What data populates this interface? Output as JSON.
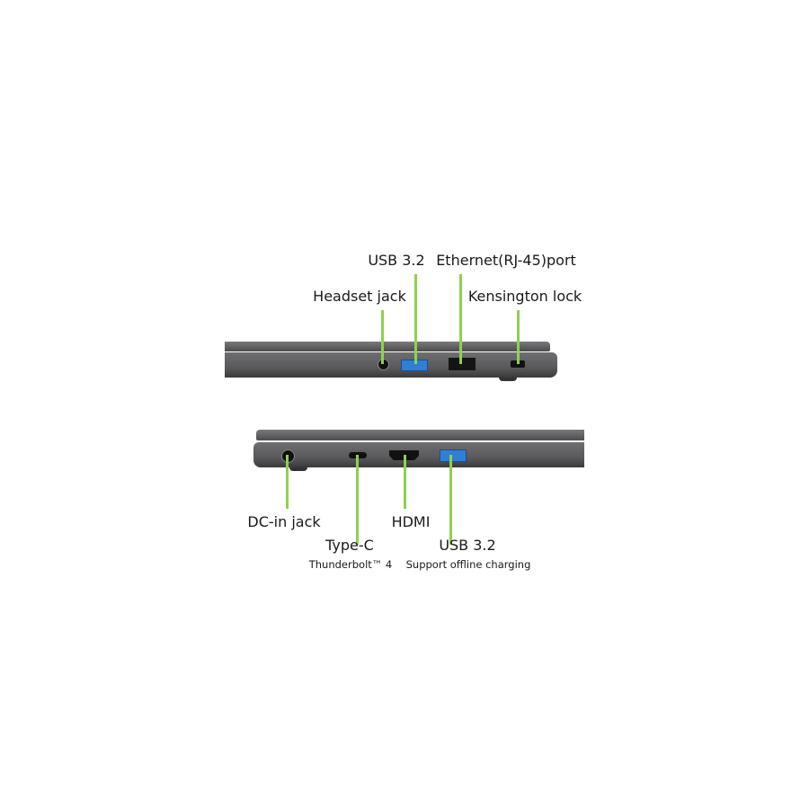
{
  "right_side": {
    "labels": {
      "usb": "USB 3.2",
      "ethernet": "Ethernet(RJ-45)port",
      "headset": "Headset jack",
      "kensington": "Kensington lock"
    }
  },
  "left_side": {
    "labels": {
      "dc_in": "DC-in jack",
      "hdmi": "HDMI",
      "type_c": "Type-C",
      "type_c_sub": "Thunderbolt™ 4",
      "usb": "USB 3.2",
      "usb_sub": "Support offline charging"
    }
  },
  "colors": {
    "callout": "#8fd14f",
    "usb_blue": "#2f7fd6",
    "chassis": "#5a5a5c"
  }
}
